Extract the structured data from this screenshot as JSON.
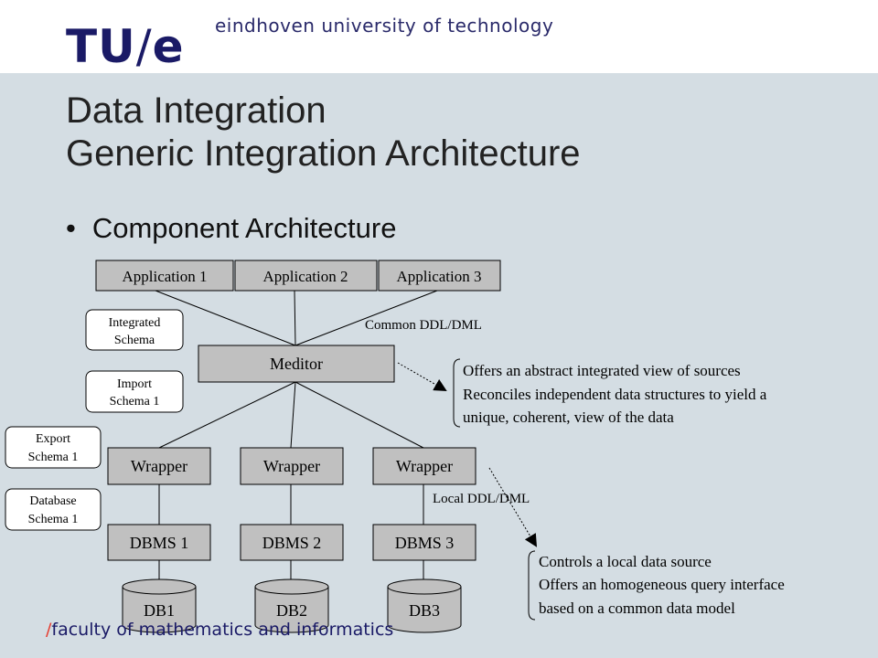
{
  "header": {
    "logo_tu": "TU",
    "logo_slash": "/",
    "logo_e": "e",
    "university": "eindhoven university of technology"
  },
  "title": {
    "line1": "Data Integration",
    "line2": "Generic Integration Architecture"
  },
  "bullet": {
    "mark": "•",
    "text": "Component Architecture"
  },
  "diagram": {
    "applications": [
      "Application 1",
      "Application 2",
      "Application 3"
    ],
    "meditor": "Meditor",
    "wrappers": [
      "Wrapper",
      "Wrapper",
      "Wrapper"
    ],
    "dbms": [
      "DBMS 1",
      "DBMS 2",
      "DBMS 3"
    ],
    "databases": [
      "DB1",
      "DB2",
      "DB3"
    ],
    "schema_labels": {
      "integrated": [
        "Integrated",
        "Schema"
      ],
      "import": [
        "Import",
        "Schema 1"
      ],
      "export": [
        "Export",
        "Schema 1"
      ],
      "database": [
        "Database",
        "Schema 1"
      ]
    },
    "common_ddl": "Common DDL/DML",
    "local_ddl": "Local DDL/DML",
    "mediator_notes": [
      "Offers an abstract integrated view of sources",
      "Reconciles independent data structures to yield a",
      "unique, coherent, view of the data"
    ],
    "wrapper_notes": [
      "Controls a local data source",
      "Offers an homogeneous query interface",
      "based on a common data model"
    ]
  },
  "footer": {
    "slash": "/",
    "text": "faculty of mathematics and informatics"
  }
}
